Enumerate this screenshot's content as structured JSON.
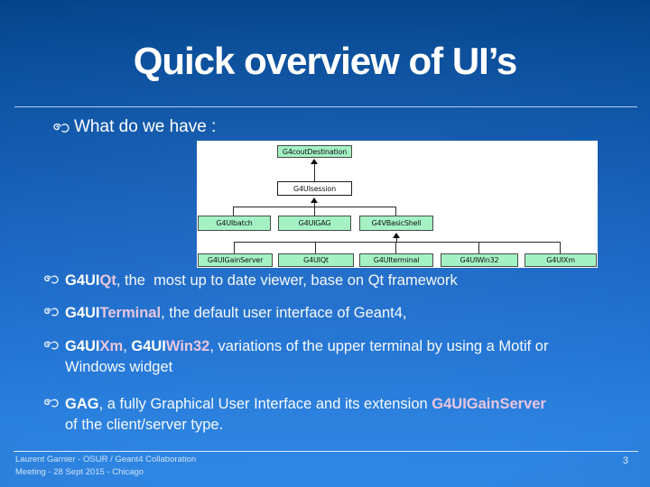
{
  "slide": {
    "title": "Quick overview of UI’s",
    "intro_label": "What do we have :"
  },
  "bullets": [
    {
      "name": "g4uiqt",
      "lines": [
        {
          "runs": [
            {
              "t": "G4UI"
            },
            {
              "t": "Qt"
            },
            {
              "t": ", the  most up to date viewer, base on Qt framework"
            }
          ]
        }
      ]
    },
    {
      "name": "g4uiterminal",
      "lines": [
        {
          "runs": [
            {
              "t": "G4UI"
            },
            {
              "t": "Terminal"
            },
            {
              "t": ", the default user interface of Geant4,"
            }
          ]
        }
      ]
    },
    {
      "name": "g4uixm-win32",
      "lines": [
        {
          "runs": [
            {
              "t": "G4UI"
            },
            {
              "t": "Xm"
            },
            {
              "t": ", "
            },
            {
              "t": "G4UI"
            },
            {
              "t": "Win32"
            },
            {
              "t": ", variations of the upper terminal by using a Motif or"
            }
          ]
        },
        {
          "runs": [
            {
              "t": "Windows widget"
            }
          ]
        }
      ]
    },
    {
      "name": "gag",
      "lines": [
        {
          "runs": [
            {
              "t": "GAG"
            },
            {
              "t": ", a fully Graphical User Interface and its extension "
            },
            {
              "t": "G4UIGainServer"
            }
          ]
        },
        {
          "runs": [
            {
              "t": "of the client/server type."
            }
          ]
        }
      ]
    }
  ],
  "diagram": {
    "boxes": [
      {
        "label": "G4coutDestination"
      },
      {
        "label": "G4UIsession"
      },
      {
        "label": "G4UIbatch"
      },
      {
        "label": "G4UIGAG"
      },
      {
        "label": "G4VBasicShell"
      },
      {
        "label": "G4UIGainServer"
      },
      {
        "label": "G4UIQt"
      },
      {
        "label": "G4UIterminal"
      },
      {
        "label": "G4UIWin32"
      },
      {
        "label": "G4UIXm"
      }
    ]
  },
  "footer": {
    "line1": "Laurent Garnier - OSUR / Geant4 Collaboration",
    "line2": "Meeting - 28 Sept 2015 - Chicago",
    "page_number": "3"
  },
  "colors": {
    "accent_pink": "#e9c6df",
    "diagram_box_green": "#a4f2c4",
    "slide_blue_top": "#05458c",
    "slide_blue_bottom": "#2f87e4"
  }
}
